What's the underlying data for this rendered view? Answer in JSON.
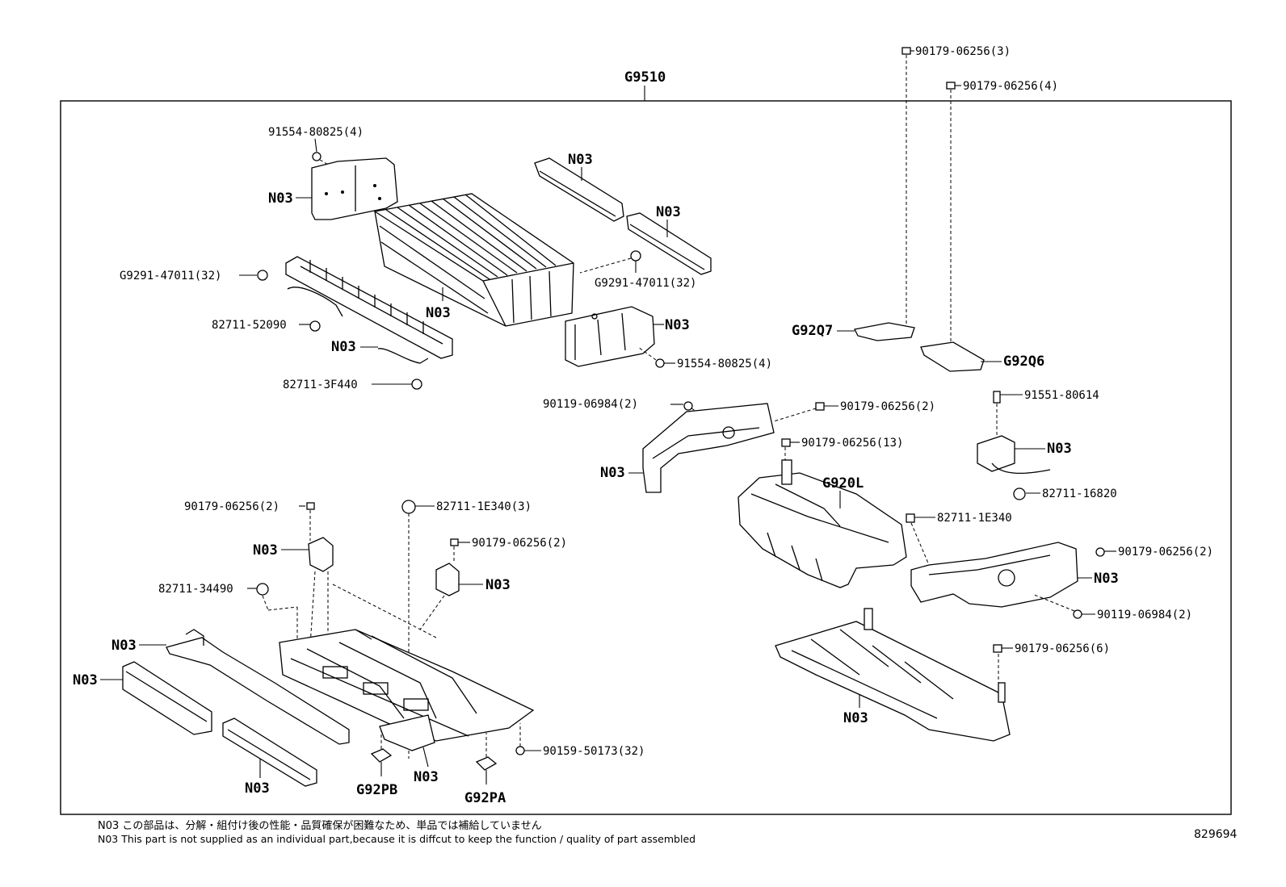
{
  "diagram": {
    "assembly_label": "G9510",
    "illustration_number": "829694",
    "notes": {
      "ja": "N03 この部品は、分解・組付け後の性能・品質確保が困難なため、単品では補給していません",
      "en": "N03 This part is not supplied as an  individual part,because it is diffcut to keep the function / quality of part assembled"
    },
    "labels": {
      "n90179_3": "90179-06256(3)",
      "n90179_4": "90179-06256(4)",
      "n91554_a": "91554-80825(4)",
      "n03_a": "N03",
      "n03_b": "N03",
      "n03_c": "N03",
      "g9291_a": "G9291-47011(32)",
      "g9291_b": "G9291-47011(32)",
      "n82711_52090": "82711-52090",
      "n03_d": "N03",
      "n03_e": "N03",
      "n03_f": "N03",
      "n91554_b": "91554-80825(4)",
      "g92q7": "G92Q7",
      "g92q6": "G92Q6",
      "n82711_3f440": "82711-3F440",
      "n90119_a": "90119-06984(2)",
      "n90179_2a": "90179-06256(2)",
      "n91551": "91551-80614",
      "n90179_13": "90179-06256(13)",
      "n03_g": "N03",
      "n03_h": "N03",
      "g920l": "G920L",
      "n82711_16820": "82711-16820",
      "n90179_2b": "90179-06256(2)",
      "n82711_1e340_3": "82711-1E340(3)",
      "n82711_1e340": "82711-1E340",
      "n03_i": "N03",
      "n90179_2c": "90179-06256(2)",
      "n90179_2d": "90179-06256(2)",
      "n03_j": "N03",
      "n03_k": "N03",
      "n82711_34490": "82711-34490",
      "n90119_b": "90119-06984(2)",
      "n03_l": "N03",
      "n90179_6": "90179-06256(6)",
      "n03_m": "N03",
      "n03_n": "N03",
      "n90159": "90159-50173(32)",
      "n03_o": "N03",
      "n03_p": "N03",
      "g92pb": "G92PB",
      "g92pa": "G92PA"
    }
  }
}
